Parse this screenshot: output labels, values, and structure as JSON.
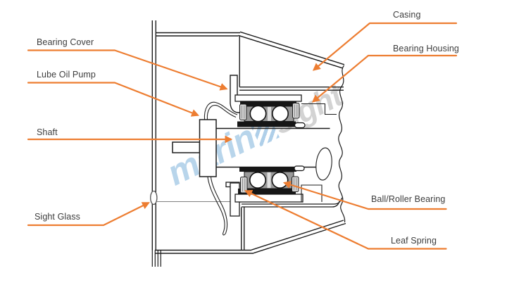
{
  "page": {
    "description": "Cross-section diagram of a pump shaft bearing arrangement with labelled parts"
  },
  "labels": {
    "casing": "Casing",
    "bearing_housing": "Bearing Housing",
    "bearing_cover": "Bearing Cover",
    "lube_oil_pump": "Lube Oil Pump",
    "shaft": "Shaft",
    "sight_glass": "Sight Glass",
    "ball_roller_bearing": "Ball/Roller Bearing",
    "leaf_spring": "Leaf Spring"
  },
  "watermark": {
    "left": "marin",
    "right": "sight"
  },
  "colors": {
    "leader_orange": "#ED7D31",
    "label_text": "#3D3D3D",
    "line_black": "#1C1C1C",
    "race_gray": "#9A9A9A",
    "cap_gray": "#D6D6D6",
    "watermark_blue": "#A7CBE7",
    "watermark_gray": "#C9C9C9"
  }
}
